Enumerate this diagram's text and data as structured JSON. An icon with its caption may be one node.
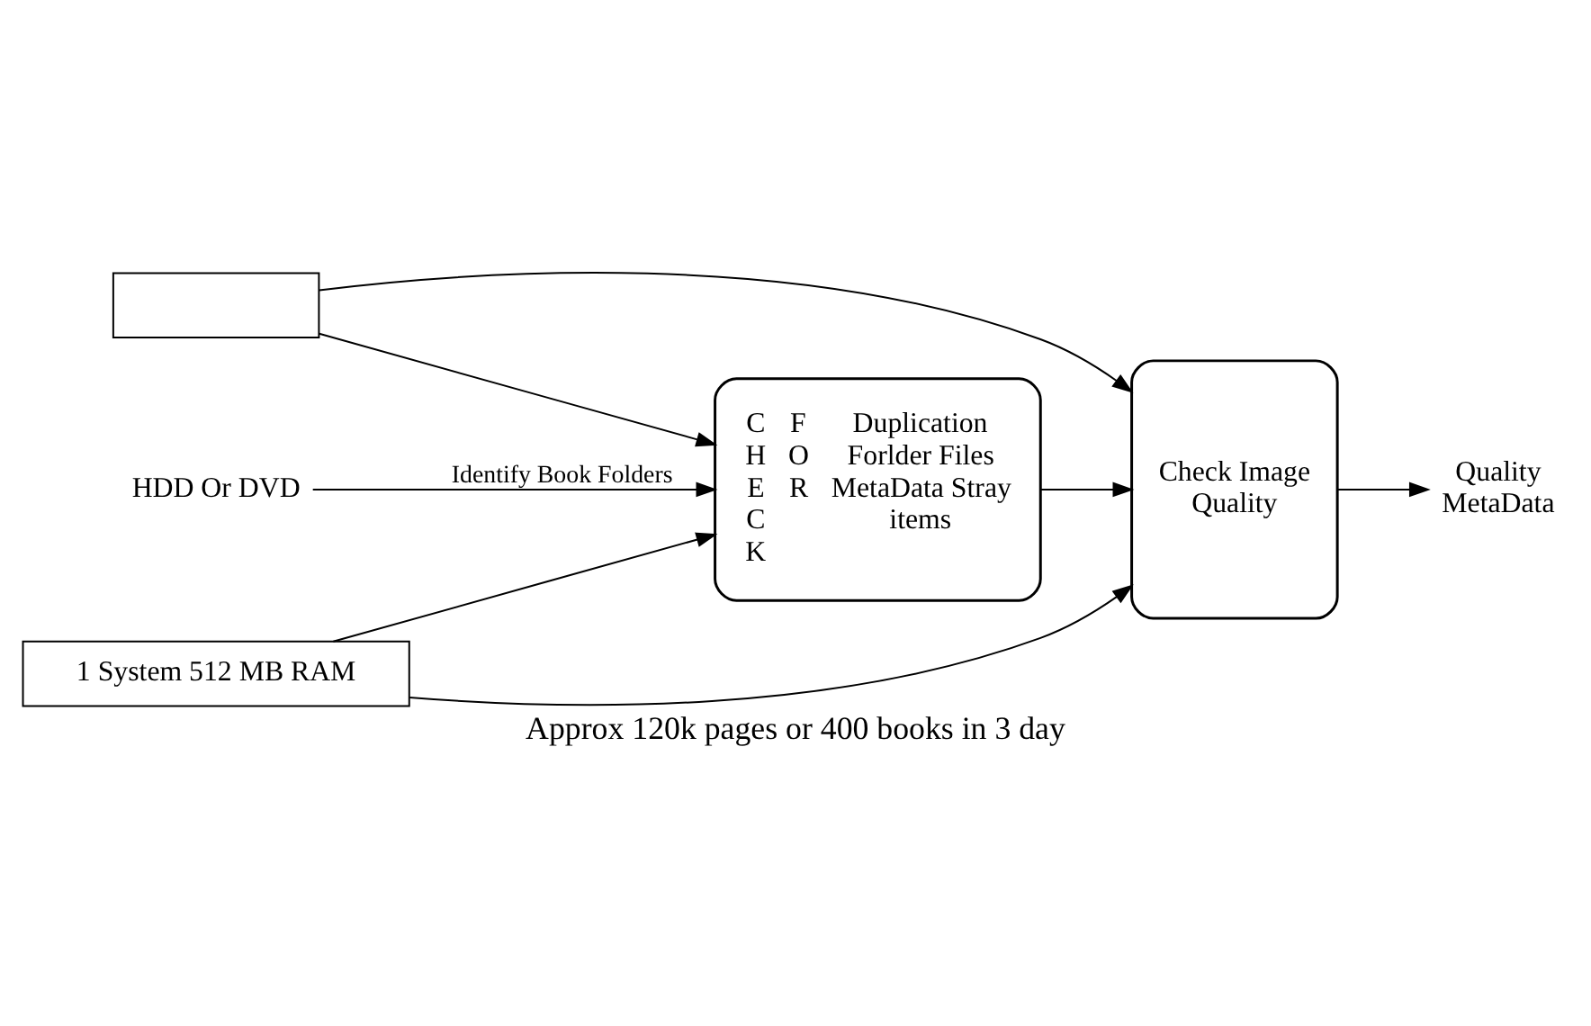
{
  "diagram": {
    "caption": "Approx 120k pages or 400 books in 3 day",
    "nodes": [
      {
        "text": [
          "HDD Or DVD"
        ]
      },
      {
        "text": [],
        "shape": "box"
      },
      {
        "text": [
          "C H E C K",
          "F O R",
          "Duplication Forlder Files MetaData Stray items"
        ]
      },
      {
        "text": [
          "Check Image Quality"
        ]
      },
      {
        "text": [
          "Quality MetaData"
        ]
      },
      {
        "text": [
          "1 System 512 MB RAM"
        ]
      }
    ],
    "edges": [
      {
        "from": 0,
        "to": 2,
        "arrow": "to",
        "label": "Identify Book Folders"
      },
      {
        "from": 1,
        "to": 2,
        "arrow": "to"
      },
      {
        "from": 1,
        "to": 3,
        "arrow": "to"
      },
      {
        "from": 2,
        "to": 3,
        "arrow": "to"
      },
      {
        "from": 3,
        "to": 4,
        "arrow": "to"
      },
      {
        "from": 5,
        "to": 2,
        "arrow": "to"
      },
      {
        "from": 5,
        "to": 3,
        "arrow": "to"
      }
    ]
  }
}
